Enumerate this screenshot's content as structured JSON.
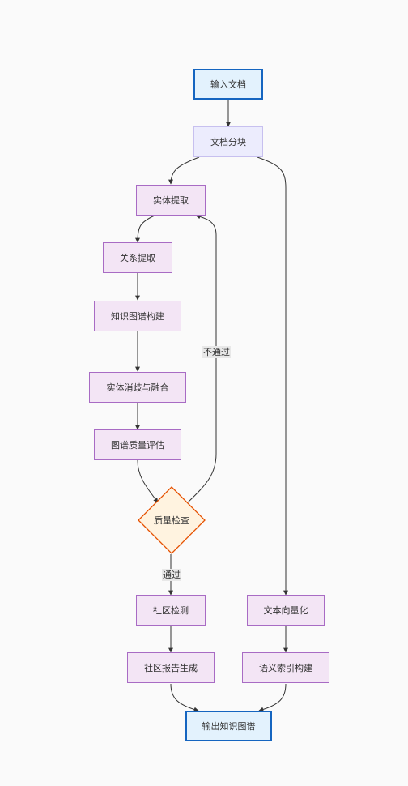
{
  "nodes": {
    "input_docs": "输入文档",
    "doc_chunking": "文档分块",
    "entity_extraction": "实体提取",
    "relation_extraction": "关系提取",
    "kg_construction": "知识图谱构建",
    "entity_disambiguation": "实体消歧与融合",
    "graph_quality_eval": "图谱质量评估",
    "quality_check": "质量检查",
    "community_detection": "社区检测",
    "community_report": "社区报告生成",
    "text_vectorization": "文本向量化",
    "semantic_index": "语义索引构建",
    "output_kg": "输出知识图谱"
  },
  "edge_labels": {
    "fail": "不通过",
    "pass": "通过"
  },
  "colors": {
    "start_end_fill": "#e3f2fd",
    "start_end_border": "#1565c0",
    "process_fill": "#f3e5f5",
    "process_border": "#a86bc4",
    "decision_fill": "#fff3e0",
    "decision_border": "#e65100",
    "edge": "#333333"
  }
}
